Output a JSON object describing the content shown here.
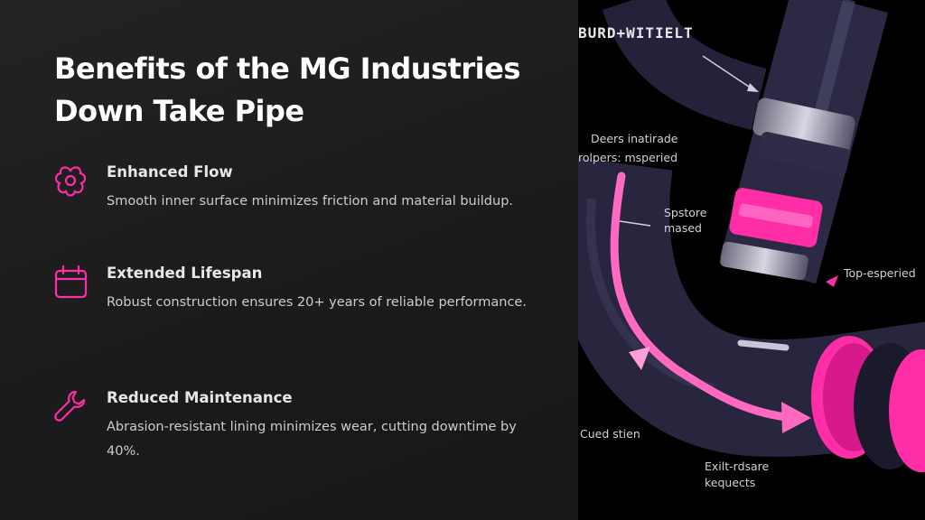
{
  "title": "Benefits of the MG Industries Down Take Pipe",
  "features": [
    {
      "icon": "flower-icon",
      "heading": "Enhanced Flow",
      "description": "Smooth inner surface minimizes friction and material buildup."
    },
    {
      "icon": "calendar-icon",
      "heading": "Extended Lifespan",
      "description": "Robust construction ensures 20+ years of reliable performance."
    },
    {
      "icon": "wrench-icon",
      "heading": "Reduced Maintenance",
      "description": "Abrasion-resistant lining minimizes wear, cutting downtime by 40%."
    }
  ],
  "illustration": {
    "brand": "BURD+WITIELT",
    "labels": {
      "l1a": "Deers inatirade",
      "l1b": "rolpers: msperied",
      "l2a": "Spstore",
      "l2b": "mased",
      "l3": "Top-esperied",
      "l4": "Cued stien",
      "l5a": "Exilt-rdsare",
      "l5b": "kequects"
    }
  },
  "colors": {
    "accent": "#ff2ea6",
    "pipe": "#2c2a45",
    "background": "#1c1b1c"
  }
}
